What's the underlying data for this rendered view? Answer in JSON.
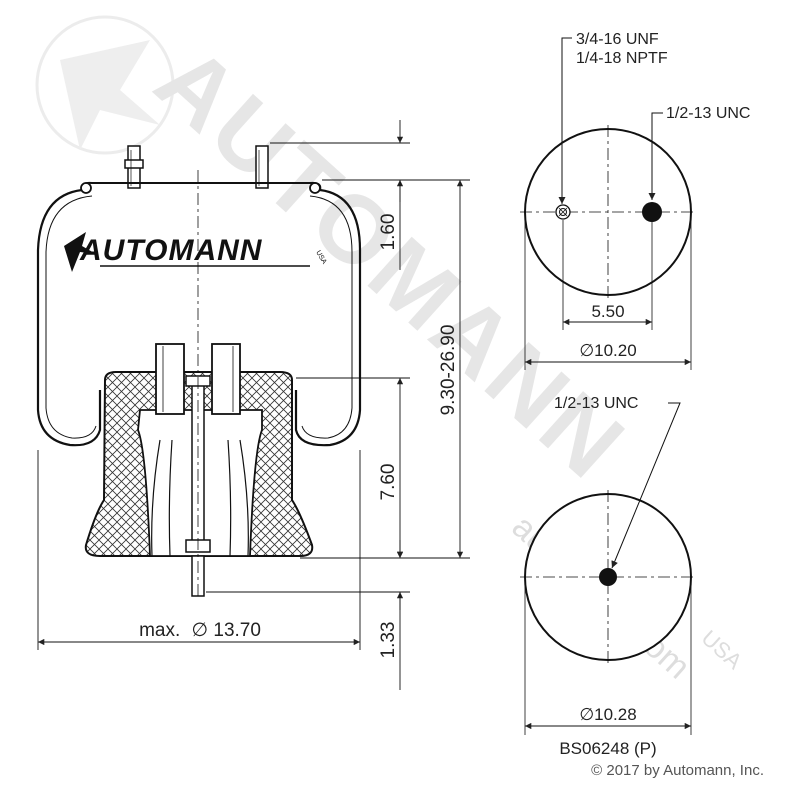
{
  "watermark": {
    "brand": "AUTOMANN",
    "registered_suffix": "USA",
    "url": "automann.com"
  },
  "product": {
    "logo_text": "AUTOMANN",
    "logo_suffix": "USA",
    "part_number": "BS06248 (P)",
    "copyright": "© 2017 by Automann, Inc."
  },
  "side_view": {
    "dim_top": "1.60",
    "dim_height_range": "9.30-26.90",
    "dim_piston": "7.60",
    "dim_stud": "1.33",
    "max_diameter_prefix": "max.",
    "max_diameter_value": "13.70",
    "diameter_symbol": "∅"
  },
  "top_view": {
    "note_line1": "3/4-16 UNF",
    "note_line2": "1/4-18 NPTF",
    "note_right": "1/2-13 UNC",
    "spacing": "5.50",
    "diameter": "10.20"
  },
  "bottom_view": {
    "note": "1/2-13 UNC",
    "diameter": "10.28"
  }
}
